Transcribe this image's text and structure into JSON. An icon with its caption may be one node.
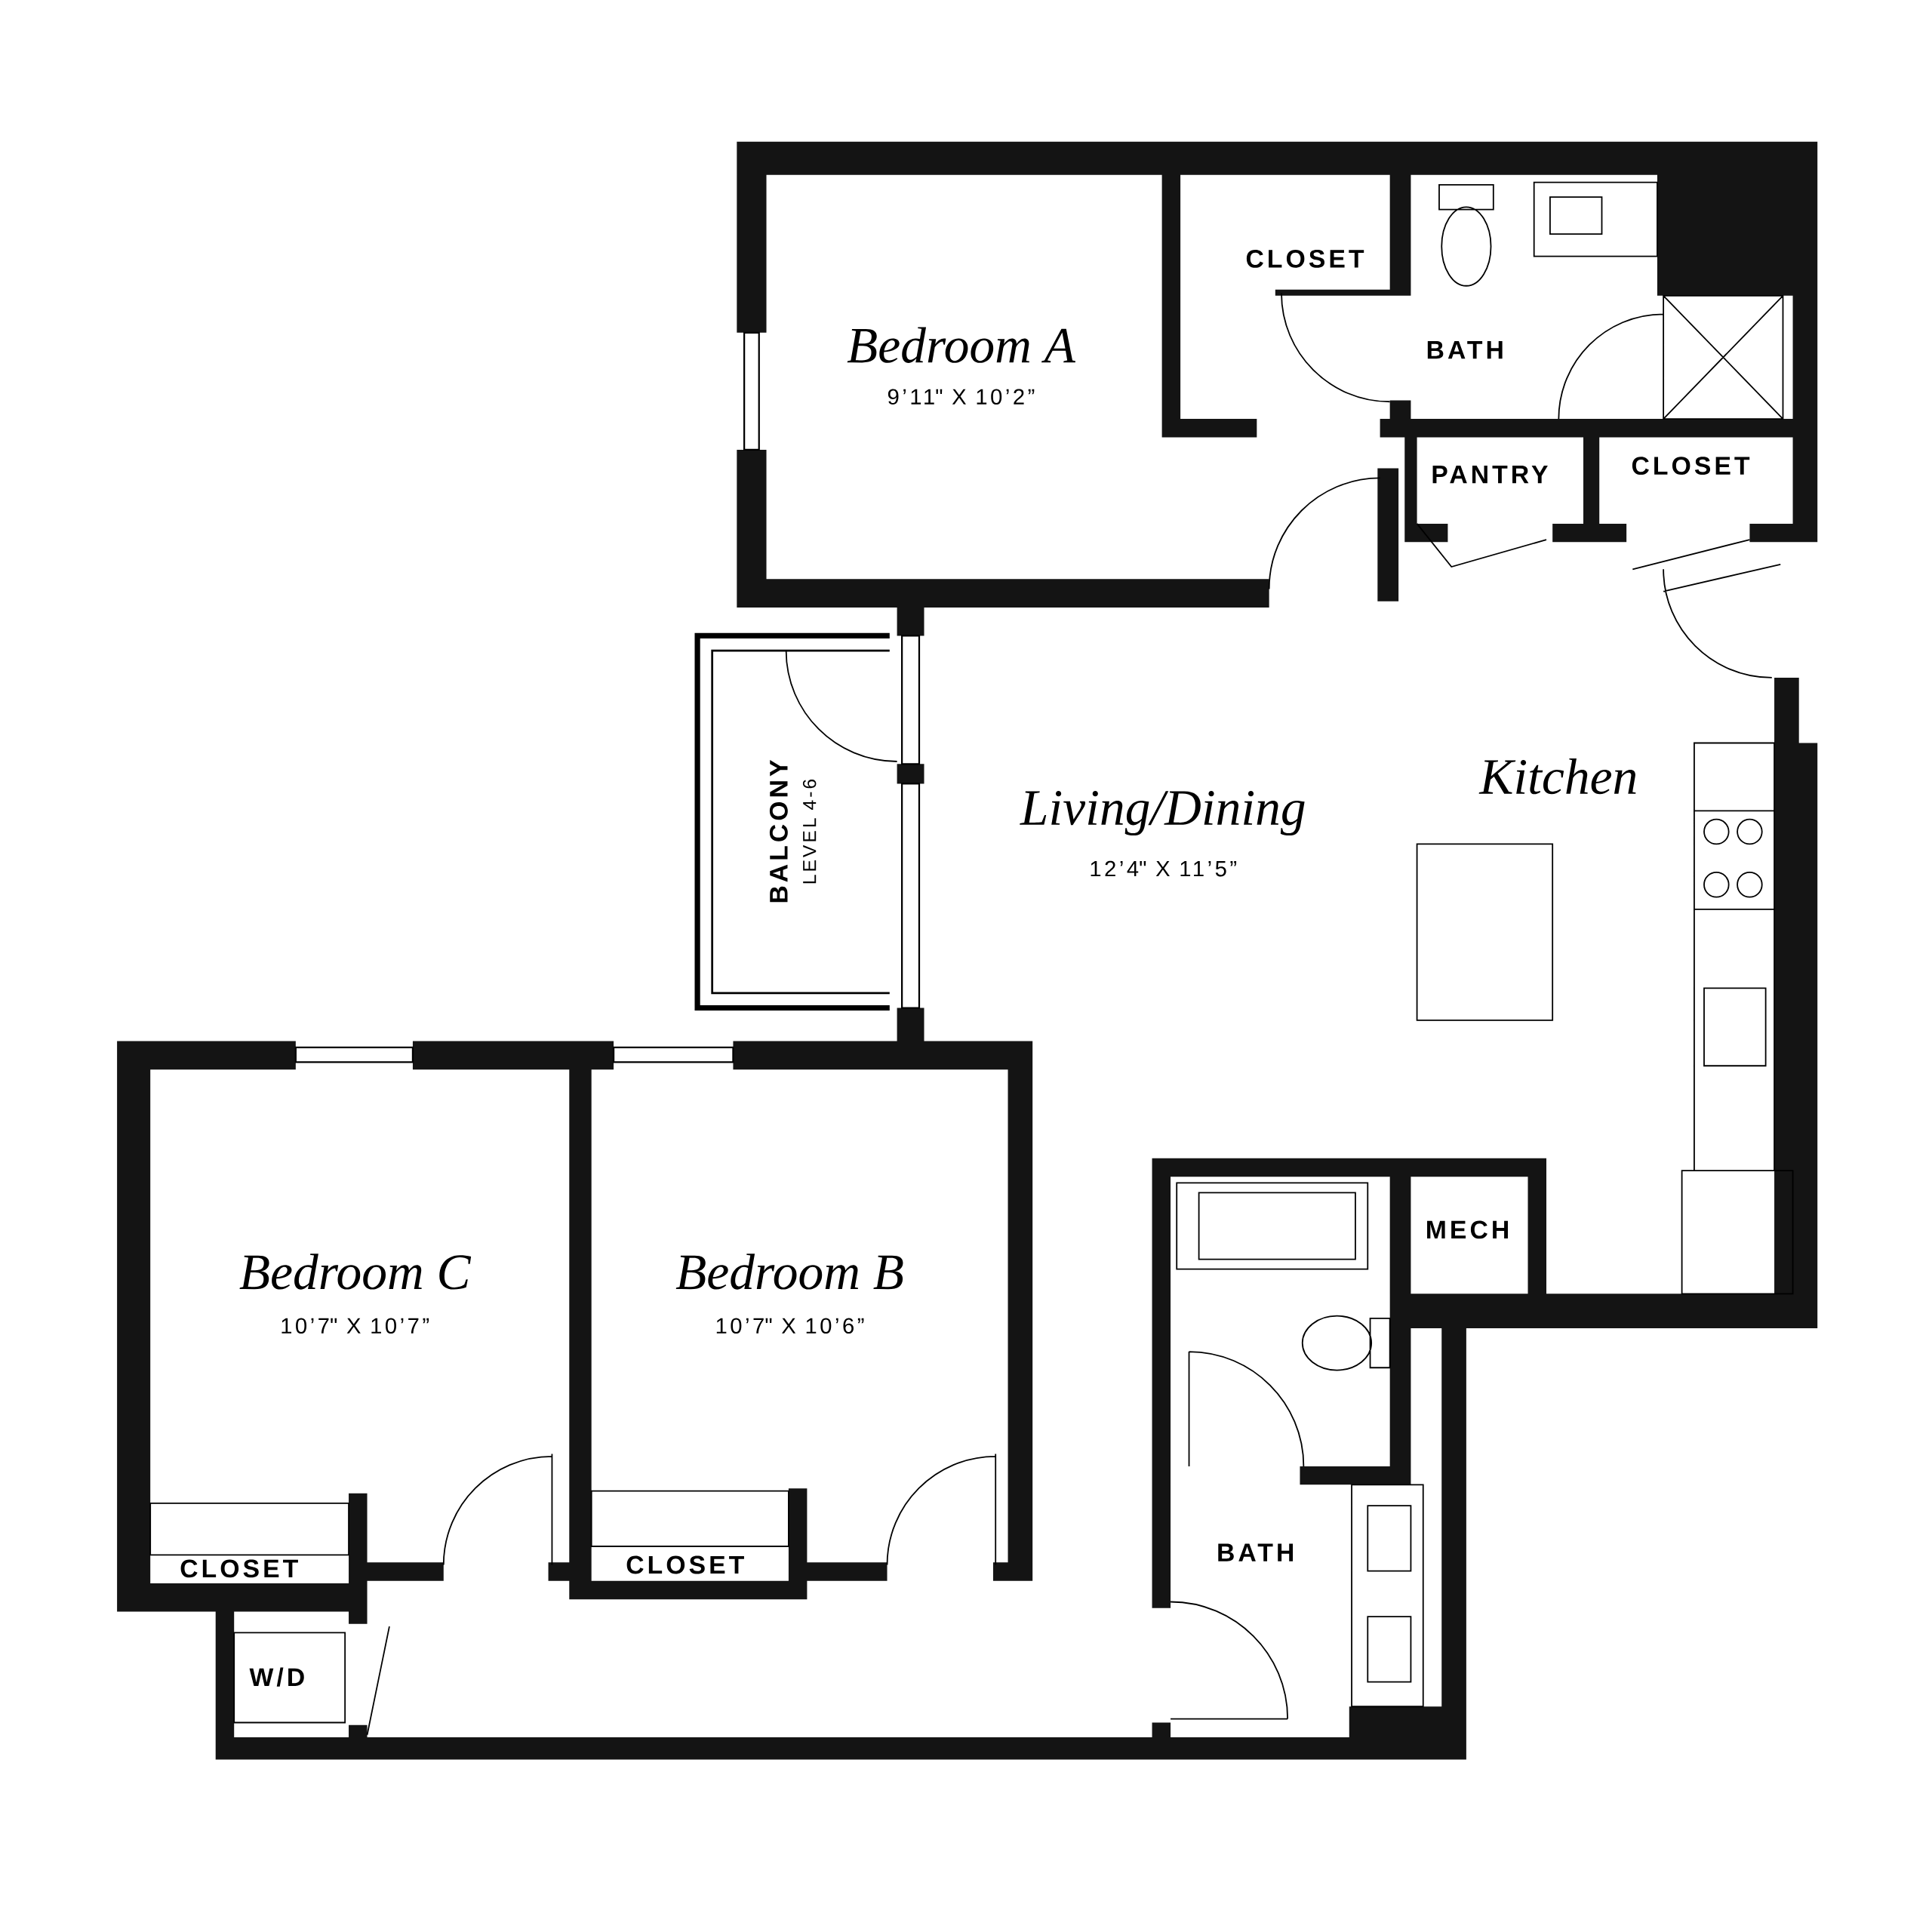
{
  "diagram": {
    "labels": [
      "Bedroom A",
      "9’11\" X 10’2”",
      "CLOSET",
      "BATH",
      "PANTRY",
      "CLOSET",
      "Kitchen",
      "Living/Dining",
      "12’4\" X 11’5”",
      "BALCONY",
      "LEVEL 4-6",
      "MECH",
      "Bedroom C",
      "10’7\" X 10’7”",
      "Bedroom B",
      "10’7\" X 10’6”",
      "BATH",
      "CLOSET",
      "CLOSET",
      "W/D"
    ]
  }
}
